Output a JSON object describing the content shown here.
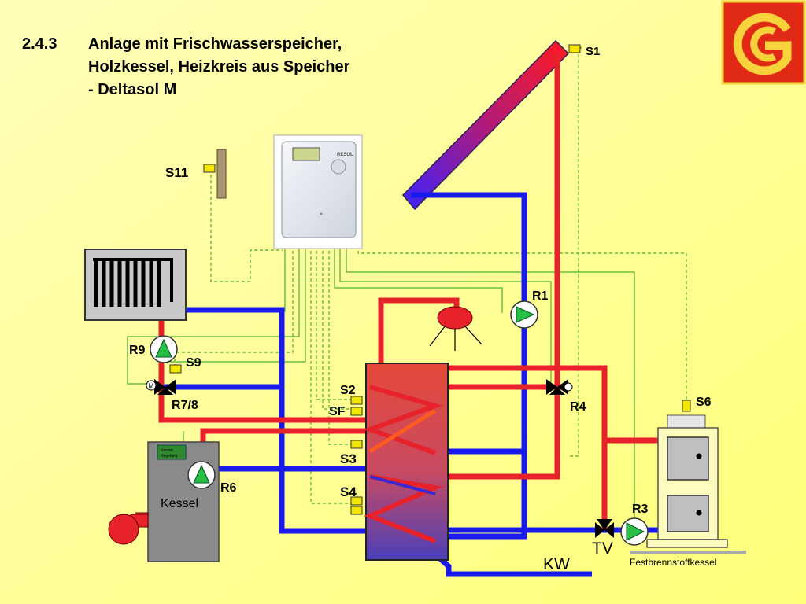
{
  "title": {
    "number": "2.4.3",
    "lines": [
      "Anlage mit Frischwasserspeicher,",
      "Holzkessel, Heizkreis aus Speicher",
      "- Deltasol M"
    ]
  },
  "controller": {
    "brand": "RESOL"
  },
  "labels": {
    "s1": "S1",
    "s11": "S11",
    "s9": "S9",
    "s2": "S2",
    "sf": "SF",
    "s3": "S3",
    "s4": "S4",
    "s6": "S6",
    "r1": "R1",
    "r9": "R9",
    "r78": "R7/8",
    "r4": "R4",
    "r6": "R6",
    "r3": "R3",
    "motor": "M",
    "tv": "TV",
    "kw": "KW",
    "kessel": "Kessel",
    "kessel_regelung": [
      "Kessel-",
      "Regelung"
    ],
    "festbrennstoffkessel": "Festbrennstoffkessel"
  },
  "colors": {
    "hot": "#e8222a",
    "cold": "#1a1aee",
    "pump": "#26c046",
    "sensor": "#f3e600",
    "signal": "#4caf30",
    "tank_top": "#e34a3c",
    "tank_bottom": "#4a3fb6"
  }
}
